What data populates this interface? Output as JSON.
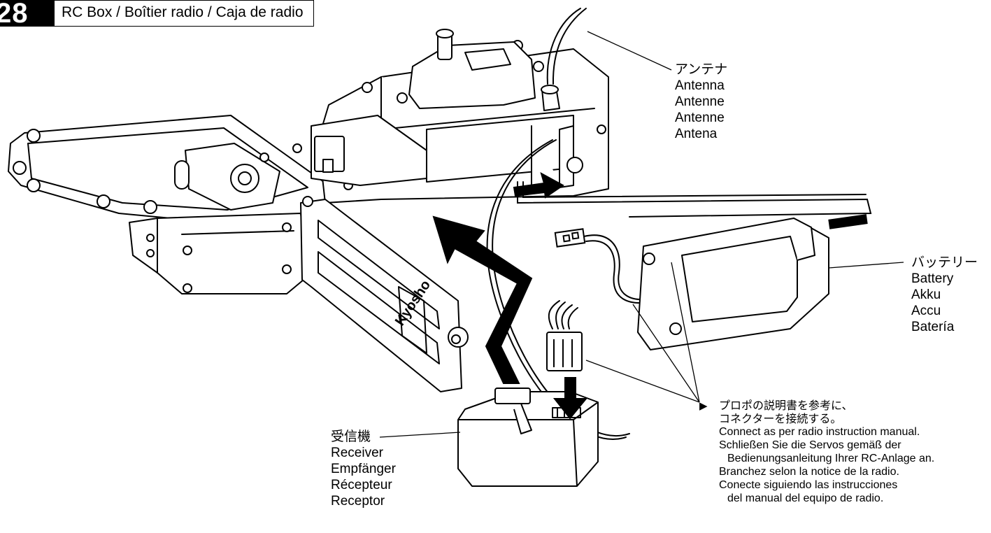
{
  "step": {
    "number": "28",
    "title": "RC Box / Boîtier radio / Caja de radio"
  },
  "labels": {
    "antenna": [
      "アンテナ",
      "Antenna",
      "Antenne",
      "Antenne",
      "Antena"
    ],
    "battery": [
      "バッテリー",
      "Battery",
      "Akku",
      "Accu",
      "Batería"
    ],
    "receiver": [
      "受信機",
      "Receiver",
      "Empfänger",
      "Récepteur",
      "Receptor"
    ]
  },
  "instruction": [
    "プロポの説明書を参考に、",
    "コネクターを接続する。",
    "Connect as per radio instruction manual.",
    "Schließen Sie die Servos gemäß der",
    "Bedienungsanleitung Ihrer RC-Anlage an.",
    "Branchez selon la notice de la radio.",
    "Conecte siguiendo las instrucciones",
    "del manual del equipo de radio."
  ],
  "brand_mark": "Kyosho"
}
